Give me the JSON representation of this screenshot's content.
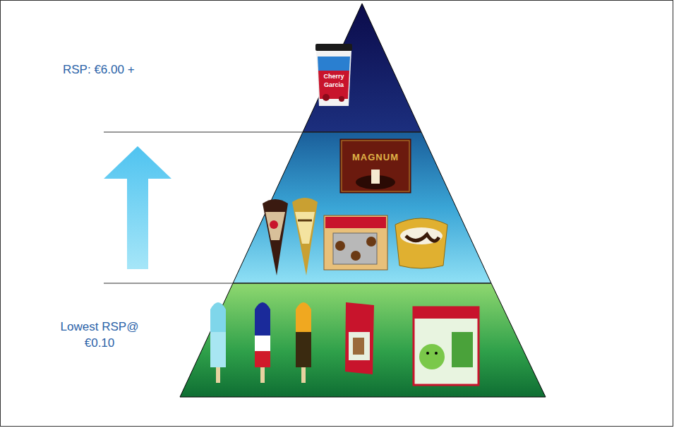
{
  "diagram": {
    "labels": [
      "RSP: €6.00 +",
      "Lowest RSP@ €0.10",
      "MAGNUM",
      "Cherry Garcia"
    ]
  }
}
